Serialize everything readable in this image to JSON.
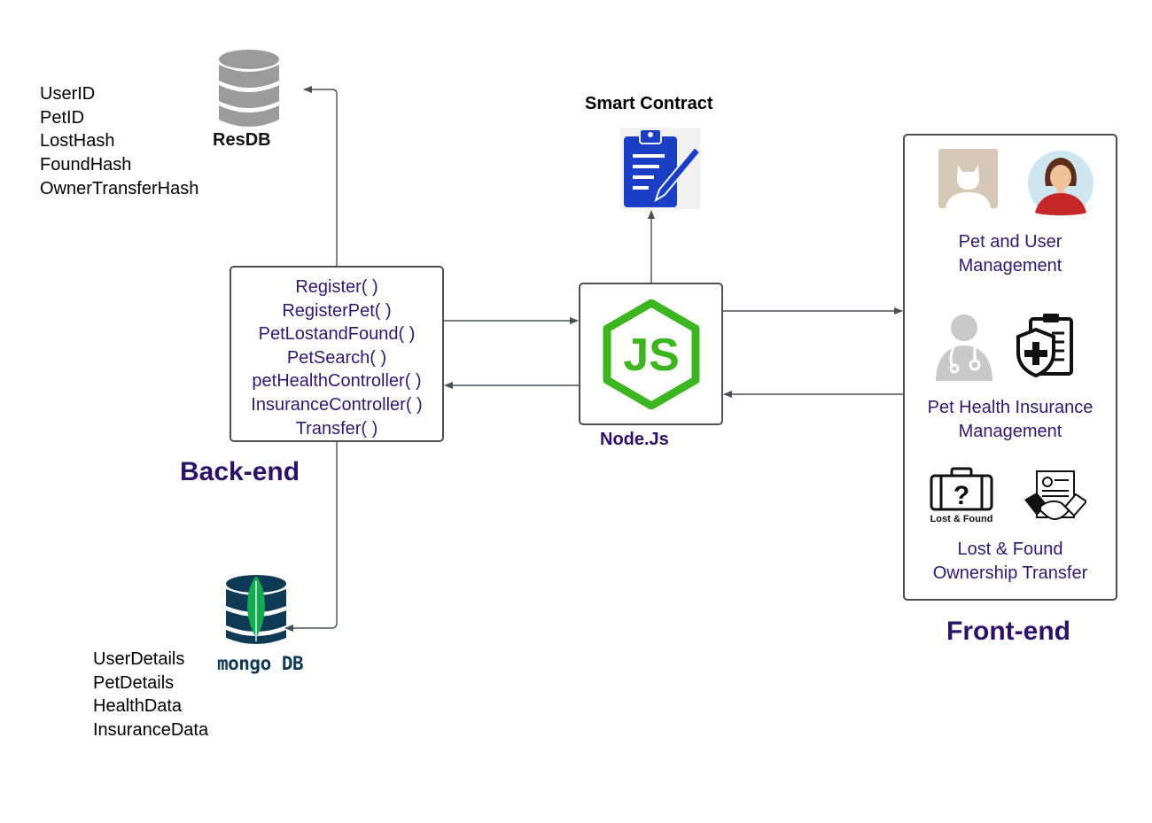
{
  "resdb": {
    "label": "ResDB",
    "fields": [
      "UserID",
      "PetID",
      "LostHash",
      "FoundHash",
      "OwnerTransferHash"
    ]
  },
  "mongodb": {
    "label": "mongo DB",
    "fields": [
      "UserDetails",
      "PetDetails",
      "HealthData",
      "InsuranceData"
    ]
  },
  "backend": {
    "title": "Back-end",
    "functions": [
      "Register( )",
      "RegisterPet( )",
      "PetLostandFound( )",
      "PetSearch( )",
      "petHealthController( )",
      "InsuranceController( )",
      "Transfer( )"
    ]
  },
  "smart_contract": {
    "label": "Smart Contract"
  },
  "nodejs": {
    "label": "Node.Js",
    "logo_text": "JS"
  },
  "frontend": {
    "title": "Front-end",
    "features": [
      {
        "line1": "Pet and User",
        "line2": "Management"
      },
      {
        "line1": "Pet Health Insurance",
        "line2": "Management"
      },
      {
        "line1": "Lost & Found",
        "line2": "Ownership Transfer"
      }
    ],
    "lost_found_icon_caption": "Lost & Found"
  },
  "colors": {
    "accent_purple": "#2d1168",
    "function_text": "#2d1a6e",
    "node_green": "#3cb521",
    "clipboard_blue": "#1a3fc4",
    "mongo_navy": "#0f3a55",
    "mongo_leaf": "#13aa52",
    "db_gray": "#9b9b9b",
    "connector": "#4a4f57"
  },
  "icons": [
    "database-icon",
    "mongodb-icon",
    "clipboard-icon",
    "nodejs-icon",
    "pet-avatar-icon",
    "user-avatar-icon",
    "doctor-icon",
    "insurance-shield-icon",
    "lost-found-suitcase-icon",
    "handshake-document-icon"
  ]
}
